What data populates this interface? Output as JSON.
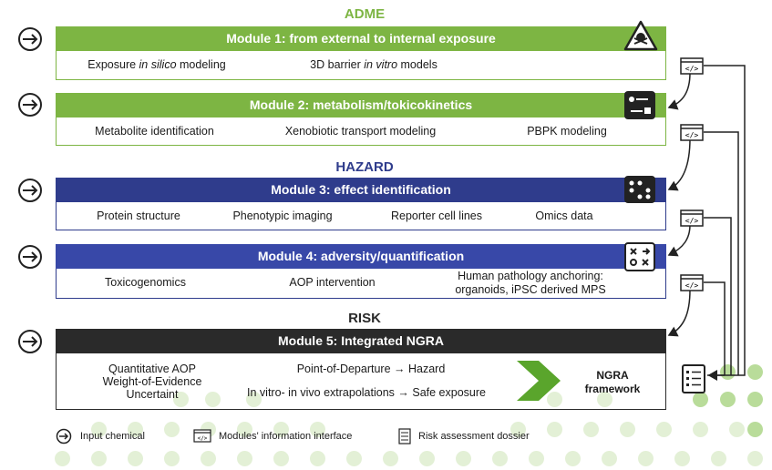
{
  "sections": {
    "adme": "ADME",
    "hazard": "HAZARD",
    "risk": "RISK"
  },
  "modules": [
    {
      "title": "Module 1: from external to internal exposure",
      "items": [
        "Exposure in silico modeling",
        "3D barrier in vitro models"
      ]
    },
    {
      "title": "Module 2: metabolism/tokicokinetics",
      "items": [
        "Metabolite identification",
        "Xenobiotic transport modeling",
        "PBPK modeling"
      ]
    },
    {
      "title": "Module 3: effect identification",
      "items": [
        "Protein structure",
        "Phenotypic imaging",
        "Reporter cell lines",
        "Omics data"
      ]
    },
    {
      "title": "Module 4: adversity/quantification",
      "items": [
        "Toxicogenomics",
        "AOP intervention",
        "Human pathology anchoring:",
        "organoids, iPSC derived MPS"
      ]
    },
    {
      "title": "Module 5: Integrated NGRA",
      "items": [
        "Quantitative AOP",
        "Weight-of-Evidence",
        "Uncertaint",
        "Point-of-Departure → Hazard",
        "In vitro- in vivo extrapolations → Safe exposure"
      ]
    }
  ],
  "framework": {
    "line1": "NGRA",
    "line2": "framework"
  },
  "legend": {
    "input": "Input chemical",
    "interface": "Modules' information interface",
    "dossier": "Risk assessment dossier"
  },
  "colors": {
    "adme": "#7db543",
    "hazard": "#2f3c8c",
    "risk": "#2a2a2a"
  },
  "icons": [
    "arrow-circle-icon",
    "hazard-skull-icon",
    "metabolism-icon",
    "dots-grid-icon",
    "xo-quantification-icon",
    "code-window-icon",
    "dossier-icon",
    "chevron-arrow-icon"
  ]
}
